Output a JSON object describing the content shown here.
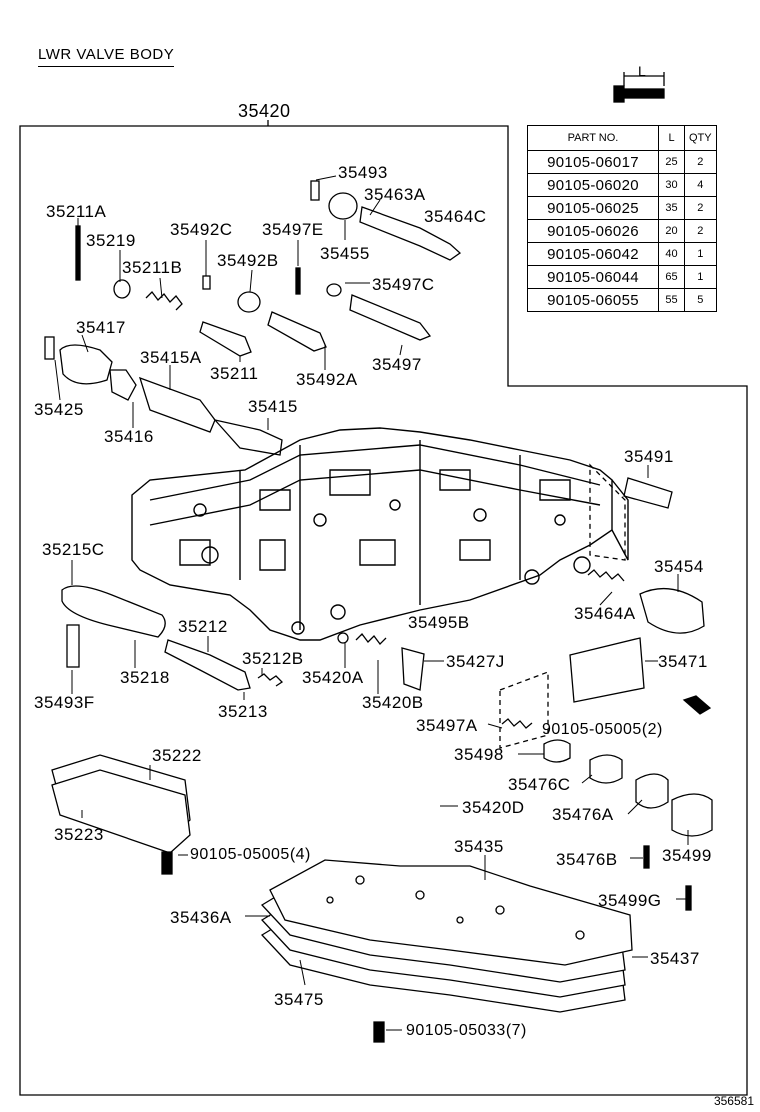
{
  "title": "LWR VALVE BODY",
  "assembly_number": "35420",
  "drawing_number": "356581",
  "bolt_dimension_label": "L",
  "bolt_table": {
    "headers": [
      "PART NO.",
      "L",
      "QTY"
    ],
    "rows": [
      [
        "90105-06017",
        "25",
        "2"
      ],
      [
        "90105-06020",
        "30",
        "4"
      ],
      [
        "90105-06025",
        "35",
        "2"
      ],
      [
        "90105-06026",
        "20",
        "2"
      ],
      [
        "90105-06042",
        "40",
        "1"
      ],
      [
        "90105-06044",
        "65",
        "1"
      ],
      [
        "90105-06055",
        "55",
        "5"
      ]
    ]
  },
  "callouts": {
    "p35493": "35493",
    "p35463A": "35463A",
    "p35211A": "35211A",
    "p35464C": "35464C",
    "p35219": "35219",
    "p35492C": "35492C",
    "p35497E": "35497E",
    "p35455": "35455",
    "p35211B": "35211B",
    "p35492B": "35492B",
    "p35497C": "35497C",
    "p35417": "35417",
    "p35415A": "35415A",
    "p35211": "35211",
    "p35492A": "35492A",
    "p35497": "35497",
    "p35425": "35425",
    "p35415": "35415",
    "p35416": "35416",
    "p35491": "35491",
    "p35215C": "35215C",
    "p35454": "35454",
    "p35464A": "35464A",
    "p35495B": "35495B",
    "p35212": "35212",
    "p35471": "35471",
    "p35218": "35218",
    "p35212B": "35212B",
    "p35420A": "35420A",
    "p35427J": "35427J",
    "p35493F": "35493F",
    "p35213": "35213",
    "p35420B": "35420B",
    "p35497A": "35497A",
    "p90105_05005_2": "90105-05005(2)",
    "p35498": "35498",
    "p35222": "35222",
    "p35476C": "35476C",
    "p35420D": "35420D",
    "p35476A": "35476A",
    "p35223": "35223",
    "p35435": "35435",
    "p90105_05005_4": "90105-05005(4)",
    "p35476B": "35476B",
    "p35499": "35499",
    "p35499G": "35499G",
    "p35436A": "35436A",
    "p35437": "35437",
    "p35475": "35475",
    "p90105_05033_7": "90105-05033(7)"
  }
}
